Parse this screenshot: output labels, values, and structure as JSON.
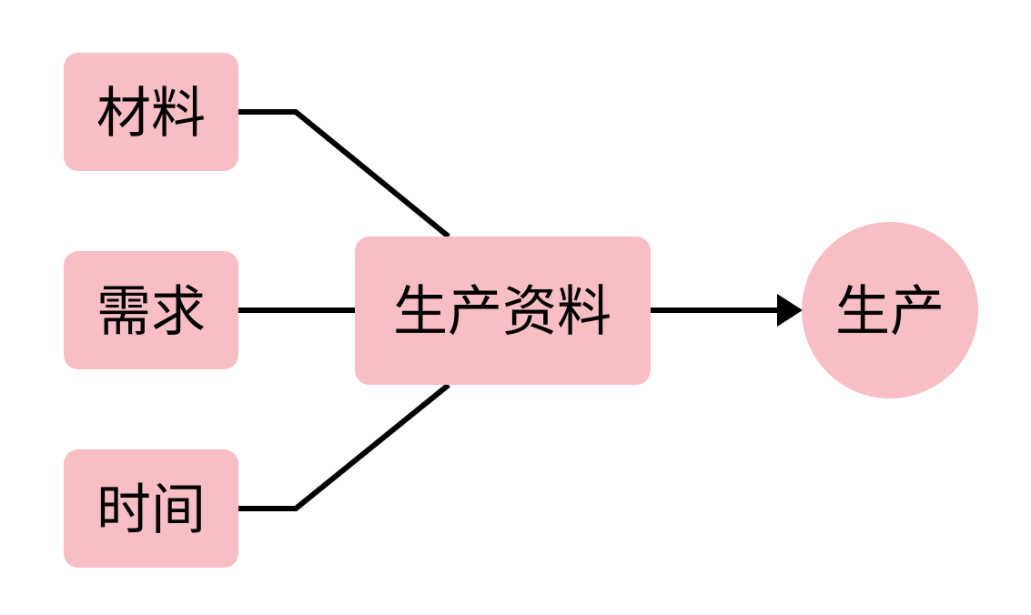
{
  "colors": {
    "node_fill": "#f7bec4",
    "edge": "#000000"
  },
  "nodes": {
    "material": "材料",
    "demand": "需求",
    "time": "时间",
    "means_of_production": "生产资料",
    "production": "生产"
  }
}
